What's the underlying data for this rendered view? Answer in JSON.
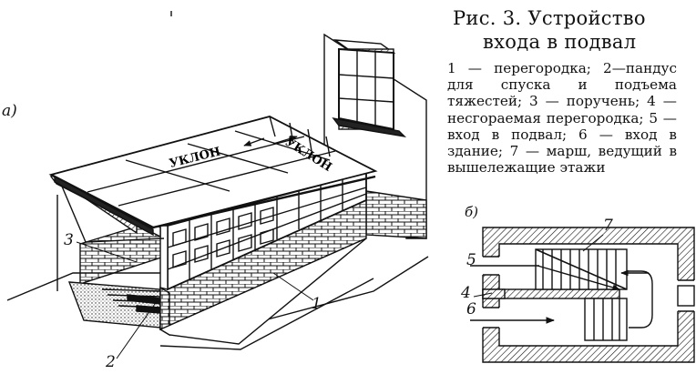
{
  "caption": {
    "line1": "Рис. 3. Устройство",
    "line2": "входа в подвал",
    "legend": "1 — перегородка; 2—пандус для спуска и подъема тяжестей; 3 — поручень; 4 — несгораемая перегородка; 5 — вход в подвал; 6 — вход в здание; 7 — марш, ведущий в вышележащие этажи"
  },
  "view_a": {
    "panel_label": "а)",
    "roof_text_1": "УКЛОН",
    "roof_text_2": "УКЛОН",
    "callouts": [
      "3",
      "1",
      "2"
    ]
  },
  "view_b": {
    "panel_label": "б)",
    "callouts": [
      "7",
      "5",
      "4",
      "6"
    ]
  }
}
